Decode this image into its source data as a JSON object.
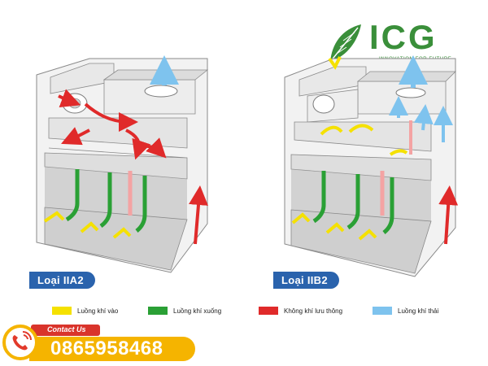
{
  "logo": {
    "name": "ICG",
    "tagline": "INNOVATION FOR FUTURE",
    "color": "#3a8f3a"
  },
  "cabinets": [
    {
      "label": "Loại IIA2"
    },
    {
      "label": "Loại IIB2"
    }
  ],
  "legend": [
    {
      "label": "Luồng khí vào",
      "color": "#f5e100"
    },
    {
      "label": "Luồng khí xuống",
      "color": "#2aa035"
    },
    {
      "label": "Không khí lưu thông",
      "color": "#e02a2a"
    },
    {
      "label": "Luồng khí thải",
      "color": "#7ec3ee"
    }
  ],
  "contact": {
    "label": "Contact Us",
    "phone": "0865958468"
  },
  "colors": {
    "label_bg": "#2a63ad",
    "phone_bg": "#f5b400",
    "contact_bg": "#d9342b"
  }
}
